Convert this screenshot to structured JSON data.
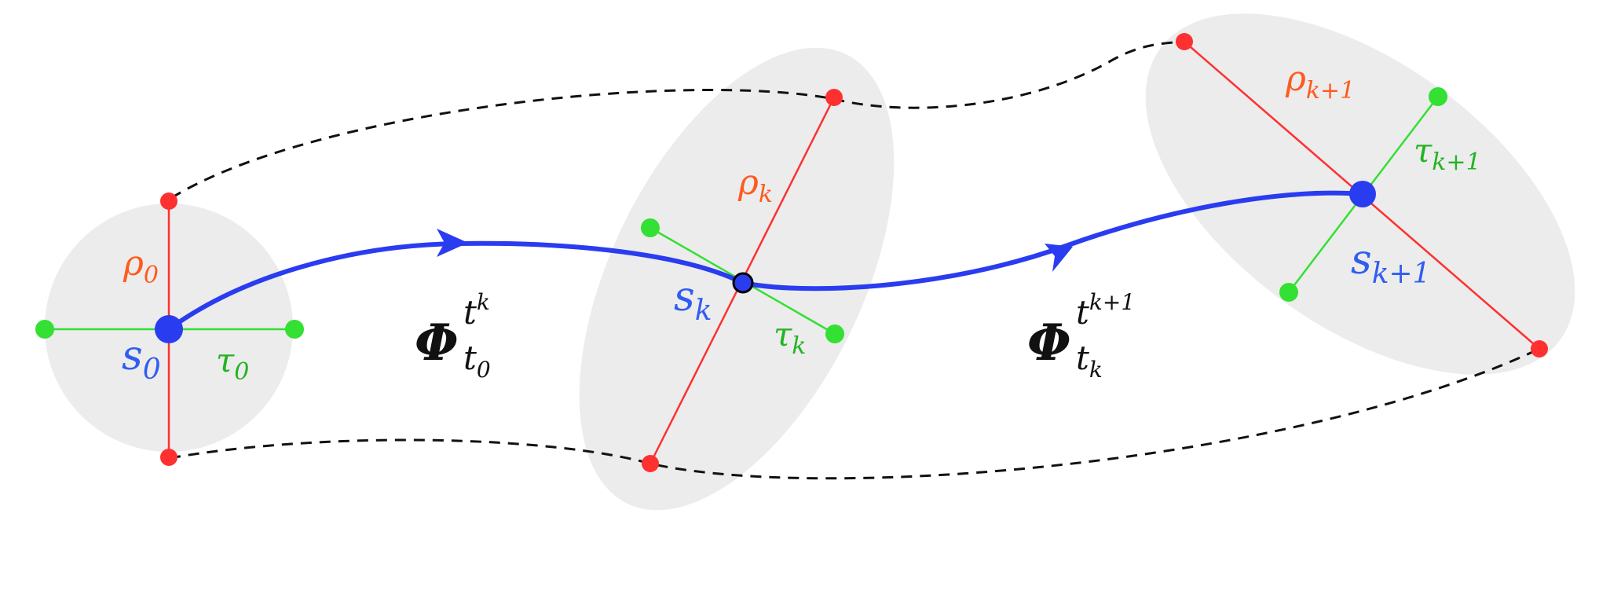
{
  "colors": {
    "trajectory": "#2a3cf0",
    "rho_axis": "#ff3030",
    "tau_axis": "#33e033",
    "rho_label": "#ff5a1f",
    "tau_label": "#22b422",
    "state_label": "#2f5ef0",
    "flow_label": "#111111",
    "ellipse_fill": "#ececec",
    "boundary": "#111111"
  },
  "states": [
    {
      "state": {
        "base": "s",
        "sub": "0"
      },
      "rho": {
        "base": "ρ",
        "sub": "0"
      },
      "tau": {
        "base": "τ",
        "sub": "0"
      }
    },
    {
      "state": {
        "base": "s",
        "sub": "k"
      },
      "rho": {
        "base": "ρ",
        "sub": "k"
      },
      "tau": {
        "base": "τ",
        "sub": "k"
      }
    },
    {
      "state": {
        "base": "s",
        "sub": "k+1"
      },
      "rho": {
        "base": "ρ",
        "sub": "k+1"
      },
      "tau": {
        "base": "τ",
        "sub": "k+1"
      }
    }
  ],
  "flows": [
    {
      "base": "Φ",
      "sup": "t",
      "sup_sub": "k",
      "sub": "t",
      "sub_sub": "0"
    },
    {
      "base": "Φ",
      "sup": "t",
      "sup_sub": "k+1",
      "sub": "t",
      "sub_sub": "k"
    }
  ]
}
